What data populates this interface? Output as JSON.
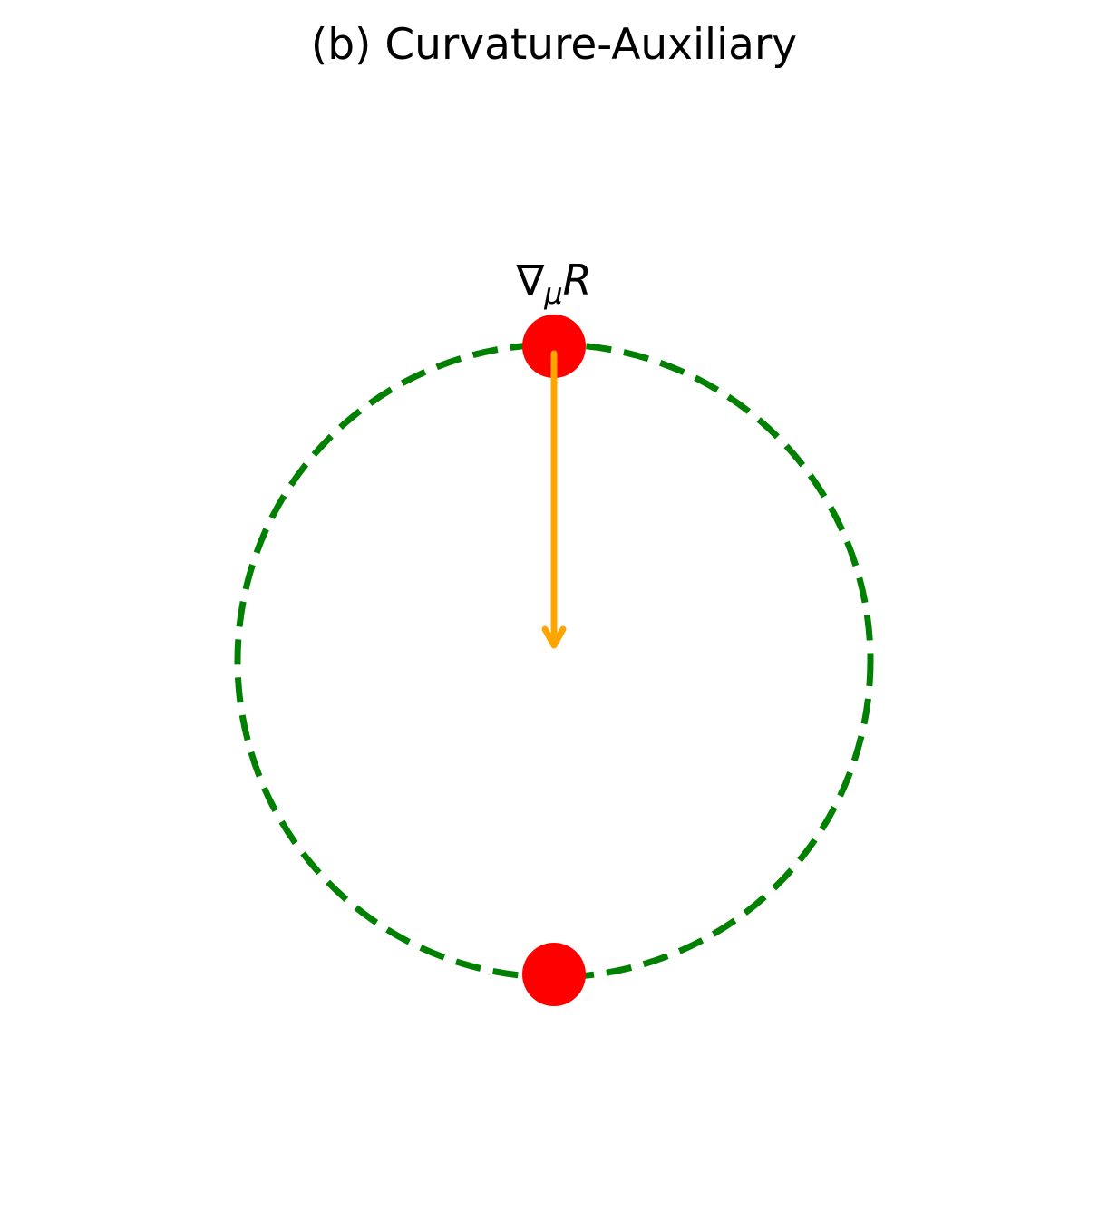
{
  "title": "(b) Curvature-Auxiliary",
  "label": {
    "nabla": "∇",
    "subscript": "μ",
    "symbol": "R"
  },
  "colors": {
    "circle": "#008000",
    "points": "#ff0000",
    "arrow": "#ffa500",
    "text": "#000000"
  }
}
